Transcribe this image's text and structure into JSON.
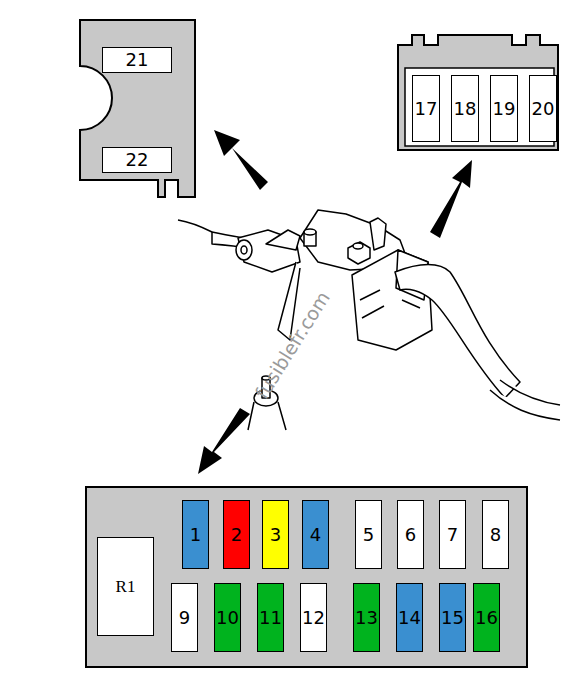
{
  "diagram": {
    "nodes": [
      {
        "text": [
          "21"
        ]
      },
      {
        "text": [
          "22"
        ]
      },
      {
        "text": [
          "17"
        ]
      },
      {
        "text": [
          "18"
        ]
      },
      {
        "text": [
          "19"
        ]
      },
      {
        "text": [
          "20"
        ]
      },
      {
        "text": [
          "R1"
        ]
      },
      {
        "text": [
          "1"
        ]
      },
      {
        "text": [
          "2"
        ]
      },
      {
        "text": [
          "3"
        ]
      },
      {
        "text": [
          "4"
        ]
      },
      {
        "text": [
          "5"
        ]
      },
      {
        "text": [
          "6"
        ]
      },
      {
        "text": [
          "7"
        ]
      },
      {
        "text": [
          "8"
        ]
      },
      {
        "text": [
          "9"
        ]
      },
      {
        "text": [
          "10"
        ]
      },
      {
        "text": [
          "11"
        ]
      },
      {
        "text": [
          "12"
        ]
      },
      {
        "text": [
          "13"
        ]
      },
      {
        "text": [
          "14"
        ]
      },
      {
        "text": [
          "15"
        ]
      },
      {
        "text": [
          "16"
        ]
      }
    ],
    "edges": [],
    "labels": [
      "fusiblefr.com"
    ]
  }
}
